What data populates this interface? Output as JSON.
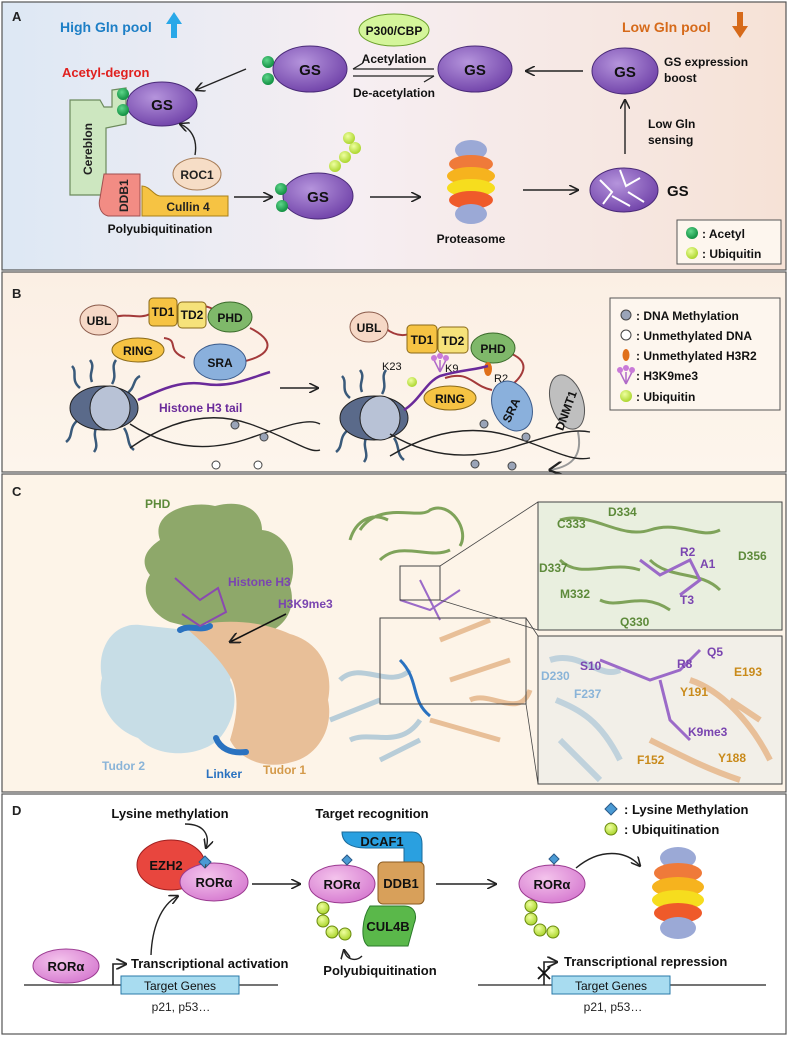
{
  "panel_a": {
    "letter": "A",
    "high_pool": "High Gln pool",
    "low_pool": "Low Gln pool",
    "p300": "P300/CBP",
    "acetylation": "Acetylation",
    "deacetylation": "De-acetylation",
    "gs": "GS",
    "gs_expression": "GS expression",
    "boost": "boost",
    "low_gln": "Low Gln",
    "sensing": "sensing",
    "acetyl_degron": "Acetyl-degron",
    "cereblon": "Cereblon",
    "roc1": "ROC1",
    "ddb1": "DDB1",
    "cullin4": "Cullin 4",
    "polyubiquitination": "Polyubiquitination",
    "proteasome": "Proteasome",
    "legend_acetyl": ": Acetyl",
    "legend_ubiquitin": ": Ubiquitin"
  },
  "panel_b": {
    "letter": "B",
    "ubl": "UBL",
    "td1": "TD1",
    "td2": "TD2",
    "phd": "PHD",
    "ring": "RING",
    "sra": "SRA",
    "histone_tail": "Histone H3 tail",
    "k23": "K23",
    "k9": "K9",
    "r2": "R2",
    "dnmt1": "DNMT1",
    "legend_dna_methylation": ": DNA Methylation",
    "legend_unmethylated_dna": ": Unmethylated DNA",
    "legend_unmethylated_h3r2": ": Unmethylated H3R2",
    "legend_h3k9me3": ": H3K9me3",
    "legend_ubiquitin": ": Ubiquitin"
  },
  "panel_c": {
    "letter": "C",
    "phd": "PHD",
    "histone_h3": "Histone H3",
    "h3k9me3": "H3K9me3",
    "tudor2": "Tudor 2",
    "linker": "Linker",
    "tudor1": "Tudor 1",
    "inset_top_labels": [
      "C333",
      "D334",
      "D356",
      "R2",
      "A1",
      "D337",
      "M332",
      "T3",
      "Q330"
    ],
    "inset_bottom_labels": [
      "Q5",
      "D230",
      "S10",
      "R8",
      "E193",
      "F237",
      "Y191",
      "K9me3",
      "F152",
      "Y188"
    ]
  },
  "panel_d": {
    "letter": "D",
    "lysine_methylation": "Lysine methylation",
    "ezh2": "EZH2",
    "ror": "RORα",
    "target_recognition": "Target recognition",
    "dcaf1": "DCAF1",
    "ddb1": "DDB1",
    "cul4b": "CUL4B",
    "polyubiquitination": "Polyubiquitination",
    "transcriptional_activation": "Transcriptional activation",
    "transcriptional_repression": "Transcriptional repression",
    "target_genes": "Target Genes",
    "genes_list": "p21, p53…",
    "legend_lysine_methylation": ": Lysine Methylation",
    "legend_ubiquitination": ": Ubiquitination"
  },
  "colors": {
    "gs_purple": "#8a5fc0",
    "acetyl_green": "#1aa04a",
    "ubiquitin_yellow": "#c8e83a",
    "high_pool_blue": "#1d7fc6",
    "low_pool_orange": "#d66a1a",
    "degron_red": "#e0201e"
  }
}
